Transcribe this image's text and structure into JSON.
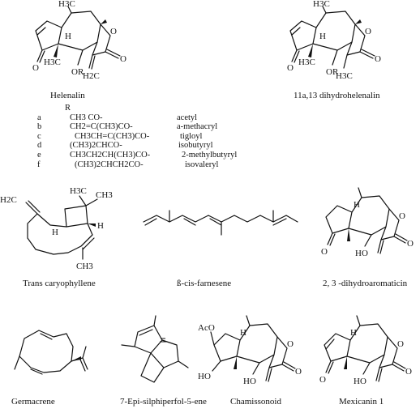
{
  "helenalin": {
    "caption": "Helenalin",
    "labels": {
      "methyl_top": "H3C",
      "h": "H",
      "o_ketone": "O",
      "methyl_mid": "H3C",
      "or": "OR",
      "o_lactone": "O",
      "o_carbonyl": "O",
      "methylene": "H2C"
    },
    "r_header": "R",
    "r_rows": [
      {
        "key": "a",
        "formula": "CH3 CO-",
        "name": "acetyl"
      },
      {
        "key": "b",
        "formula": "CH2=C(CH3)CO-",
        "name": "a-methacryl"
      },
      {
        "key": "c",
        "formula": "CH3CH=C(CH3)CO-",
        "name": "tigloyl"
      },
      {
        "key": "d",
        "formula": "(CH3)2CHCO-",
        "name": "isobutyryl"
      },
      {
        "key": "e",
        "formula": "CH3CH2CH(CH3)CO-",
        "name": "2-methylbutyryl"
      },
      {
        "key": "f",
        "formula": "(CH3)2CHCH2CO-",
        "name": "isovaleryl"
      }
    ]
  },
  "dihydrohelenalin": {
    "caption": "11a,13 dihydrohelenalin",
    "labels": {
      "methyl_top": "H3C",
      "h": "H",
      "o_ketone": "O",
      "methyl_mid": "H3C",
      "or": "OR",
      "o_lactone": "O",
      "o_carbonyl": "O",
      "methyl_bottom": "H3C"
    }
  },
  "caryophyllene": {
    "caption": "Trans caryophyllene",
    "labels": {
      "methyl_a": "H3C",
      "methyl_b": "CH3",
      "methylene": "H2C",
      "h_top": "H",
      "h_bottom": "H",
      "methyl_c": "CH3"
    }
  },
  "farnesene": {
    "caption": "ß-cis-farnesene"
  },
  "aromaticin": {
    "caption": "2, 3 -dihydroaromaticin",
    "labels": {
      "h": "H",
      "o_lactone": "O",
      "o_carbonyl": "O",
      "o_ketone": "O",
      "ho": "HO"
    }
  },
  "germacrene": {
    "caption": "Germacrene"
  },
  "silphiperfolene": {
    "caption": "7-Epi-silphiperfol-5-ene"
  },
  "chamissonoid": {
    "caption": "Chamissonoid",
    "labels": {
      "aco": "AcO",
      "h": "H",
      "o_lactone": "O",
      "o_carbonyl": "O",
      "ho_left": "HO",
      "ho_mid": "HO"
    }
  },
  "mexicanin": {
    "caption": "Mexicanin 1",
    "labels": {
      "h": "H",
      "o_lactone": "O",
      "o_carbonyl": "O",
      "o_ketone": "O",
      "ho": "HO"
    }
  }
}
